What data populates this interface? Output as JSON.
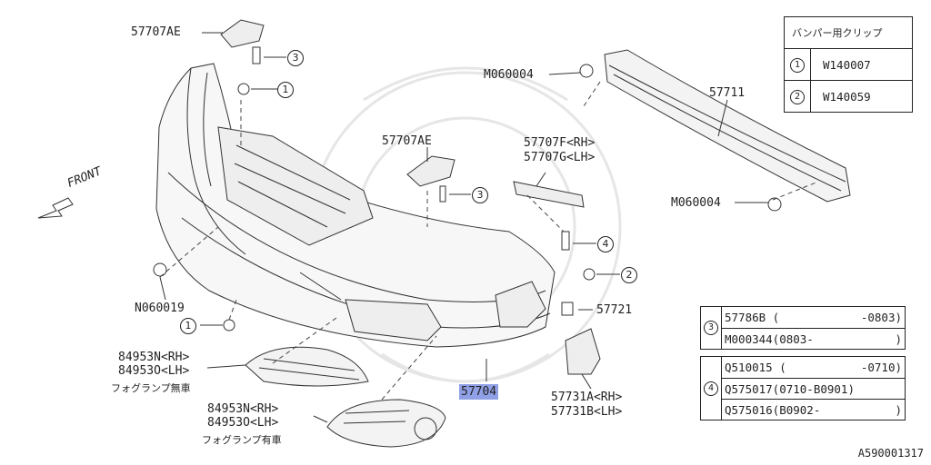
{
  "diagram_id": "A590001317",
  "front_label": "FRONT",
  "parts": {
    "p57707AE_a": "57707AE",
    "p57707AE_b": "57707AE",
    "p57711": "57711",
    "m060004_a": "M060004",
    "m060004_b": "M060004",
    "p57707F": "57707F<RH>",
    "p57707G": "57707G<LH>",
    "n060019": "N060019",
    "p57721": "57721",
    "p57704": "57704",
    "p57731A": "57731A<RH>",
    "p57731B": "57731B<LH>",
    "p84953N_a": "84953N<RH>",
    "p84953O_a": "84953O<LH>",
    "fog_none": "フォグランプ無車",
    "p84953N_b": "84953N<RH>",
    "p84953O_b": "84953O<LH>",
    "fog_with": "フォグランプ有車"
  },
  "callouts": {
    "c1a": "1",
    "c1b": "1",
    "c2": "2",
    "c3a": "3",
    "c3b": "3",
    "c4": "4"
  },
  "clip_table": {
    "title": "バンパー用クリップ",
    "rows": [
      {
        "num": "1",
        "part": "W140007"
      },
      {
        "num": "2",
        "part": "W140059"
      }
    ]
  },
  "table3": {
    "num": "3",
    "rows": [
      {
        "part": "57786B (",
        "range": "-0803)"
      },
      {
        "part": "M000344(0803-",
        "range": ")"
      }
    ]
  },
  "table4": {
    "num": "4",
    "rows": [
      {
        "part": "Q510015 (",
        "range": "-0710)"
      },
      {
        "part": "Q575017(0710-B0901)",
        "range": ""
      },
      {
        "part": "Q575016(B0902-",
        "range": ")"
      }
    ]
  }
}
